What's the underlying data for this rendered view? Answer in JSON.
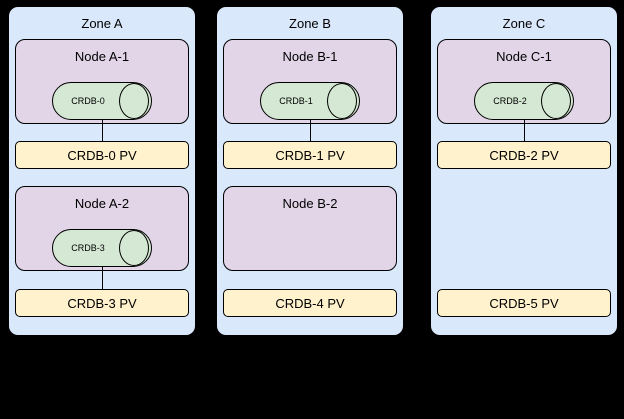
{
  "zones": [
    {
      "label": "Zone A",
      "node1": {
        "label": "Node A-1",
        "pod": "CRDB-0"
      },
      "pv1": "CRDB-0 PV",
      "node2": {
        "label": "Node A-2",
        "pod": "CRDB-3"
      },
      "pv2": "CRDB-3 PV"
    },
    {
      "label": "Zone B",
      "node1": {
        "label": "Node B-1",
        "pod": "CRDB-1"
      },
      "pv1": "CRDB-1 PV",
      "node2": {
        "label": "Node B-2"
      },
      "pv2": "CRDB-4 PV"
    },
    {
      "label": "Zone C",
      "node1": {
        "label": "Node C-1",
        "pod": "CRDB-2"
      },
      "pv1": "CRDB-2 PV",
      "pv2": "CRDB-5 PV"
    }
  ],
  "colors": {
    "zone_fill": "#dae8fc",
    "node_fill": "#e1d5e7",
    "pod_fill": "#d5e8d4",
    "pv_fill": "#fff2cc",
    "border": "#000000",
    "background": "#000000"
  }
}
